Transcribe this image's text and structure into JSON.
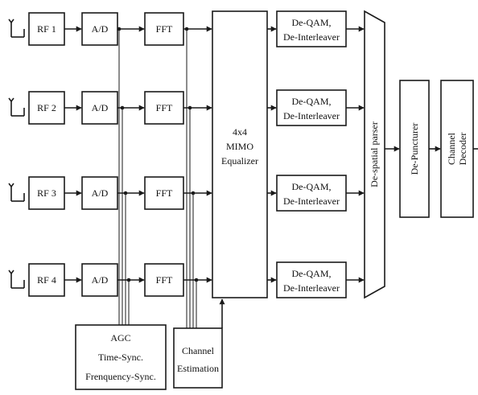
{
  "rows": [
    {
      "rf": "RF 1",
      "ad": "A/D",
      "fft": "FFT",
      "deqam": [
        "De-QAM,",
        "De-Interleaver"
      ]
    },
    {
      "rf": "RF 2",
      "ad": "A/D",
      "fft": "FFT",
      "deqam": [
        "De-QAM,",
        "De-Interleaver"
      ]
    },
    {
      "rf": "RF 3",
      "ad": "A/D",
      "fft": "FFT",
      "deqam": [
        "De-QAM,",
        "De-Interleaver"
      ]
    },
    {
      "rf": "RF 4",
      "ad": "A/D",
      "fft": "FFT",
      "deqam": [
        "De-QAM,",
        "De-Interleaver"
      ]
    }
  ],
  "mimo": [
    "4x4",
    "MIMO",
    "Equalizer"
  ],
  "parser": "De-spatial parser",
  "depuncturer": "De-Puncturer",
  "decoder": [
    "Channel",
    "Decoder"
  ],
  "agc": [
    "AGC",
    "Time-Sync.",
    "Frenquency-Sync."
  ],
  "estimation": [
    "Channel",
    "Estimation"
  ]
}
